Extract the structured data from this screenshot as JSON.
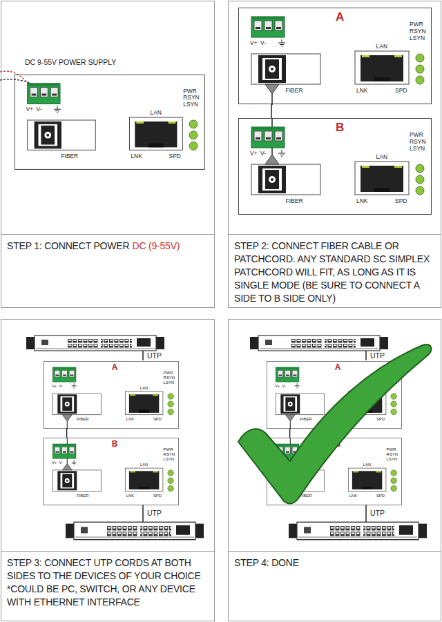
{
  "diagram": {
    "nodes": [
      {
        "text": [
          "STEP 1: CONNECT POWER",
          "DC (9-55V)"
        ]
      },
      {
        "text": [
          "V+",
          "V-",
          "FIBER",
          "LAN",
          "LNK",
          "SPD",
          "PWR",
          "RSYN",
          "LSYN"
        ],
        "in": 0
      },
      {
        "text": [
          "STEP 2: CONNECT FIBER CABLE OR PATCHCORD. ANY STANDARD SC SIMPLEX PATCHCORD WILL FIT, AS LONG AS IT IS SINGLE MODE (BE SURE TO CONNECT A SIDE TO B SIDE ONLY)"
        ]
      },
      {
        "text": [
          "A",
          "V+",
          "V-",
          "FIBER",
          "LAN",
          "LNK",
          "SPD",
          "PWR",
          "RSYN",
          "LSYN"
        ],
        "in": 2
      },
      {
        "text": [
          "B",
          "V+",
          "V-",
          "FIBER",
          "LAN",
          "LNK",
          "SPD",
          "PWR",
          "RSYN",
          "LSYN"
        ],
        "in": 2
      },
      {
        "text": [
          "STEP 3: CONNECT UTP CORDS AT BOTH SIDES TO THE DEVICES OF YOUR CHOICE",
          "*COULD BE PC, SWITCH, OR ANY DEVICE WITH ETHERNET INTERFACE"
        ]
      },
      {
        "text": [
          "A",
          "V+",
          "V-",
          "FIBER",
          "LAN",
          "LNK",
          "SPD",
          "PWR",
          "RSYN",
          "LSYN"
        ],
        "in": 5
      },
      {
        "text": [
          "B",
          "V+",
          "V-",
          "FIBER",
          "LAN",
          "LNK",
          "SPD",
          "PWR",
          "RSYN",
          "LSYN"
        ],
        "in": 5
      },
      {
        "text": [
          "STEP 4: DONE"
        ]
      },
      {
        "text": [
          "A",
          "V+",
          "V-",
          "FIBER",
          "LAN",
          "LNK",
          "SPD",
          "PWR",
          "RSYN",
          "LSYN"
        ],
        "in": 8
      },
      {
        "text": [
          "B",
          "V+",
          "V-",
          "FIBER",
          "LAN",
          "LNK",
          "SPD",
          "PWR",
          "RSYN",
          "LSYN"
        ],
        "in": 8
      }
    ],
    "edges": [
      {
        "from": 3,
        "to": 4,
        "arrow": "none"
      },
      {
        "from": 6,
        "to": 7,
        "arrow": "none"
      },
      {
        "from": 9,
        "to": 10,
        "arrow": "none"
      }
    ],
    "labels": [
      "DC 9-55V POWER SUPPLY",
      "UTP",
      "UTP",
      "UTP",
      "UTP"
    ]
  }
}
